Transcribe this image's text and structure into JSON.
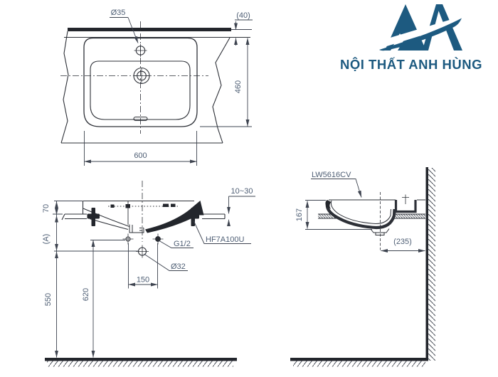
{
  "brand": {
    "name": "NỘI THẤT ANH HÙNG"
  },
  "colors": {
    "logo": "#1d5a80",
    "line": "#2d3037",
    "dim_text": "#4e5e74"
  },
  "views": {
    "top": {
      "dims": {
        "faucet_hole": "Ø35",
        "back_gap": "(40)",
        "depth": "460",
        "width": "600"
      }
    },
    "front": {
      "dims": {
        "rim_above_counter": "70",
        "ref_a": "(A)",
        "counter_thickness": "10~30",
        "hole_spacing": "150",
        "drain_hole": "Ø32",
        "drain_center_height": "550",
        "bolt_height": "620"
      },
      "labels": {
        "faucet_model": "HF7A100U",
        "supply_thread": "G1/2"
      }
    },
    "side": {
      "labels": {
        "model": "LW5616CV"
      },
      "dims": {
        "bowl_depth": "167",
        "drain_to_wall": "(235)"
      }
    }
  }
}
